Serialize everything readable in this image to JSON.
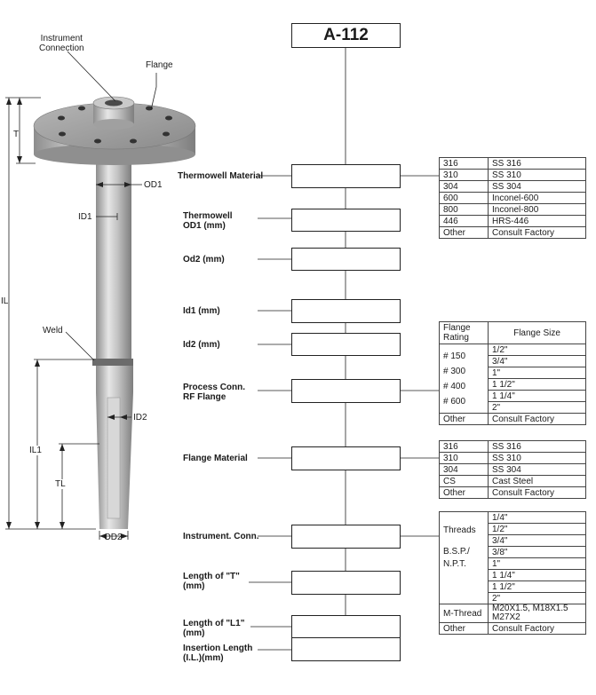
{
  "title": "A-112",
  "drawing_labels": {
    "instrument_connection": "Instrument\nConnection",
    "flange": "Flange",
    "t": "T",
    "od1": "OD1",
    "id1": "ID1",
    "il": "IL",
    "weld": "Weld",
    "il1": "IL1",
    "tl": "TL",
    "id2": "ID2",
    "od2": "OD2"
  },
  "rows": [
    {
      "label": "Thermowell Material"
    },
    {
      "label": "Thermowell\nOD1 (mm)"
    },
    {
      "label": "Od2 (mm)"
    },
    {
      "label": "Id1 (mm)"
    },
    {
      "label": "Id2 (mm)"
    },
    {
      "label": "Process Conn.\nRF Flange"
    },
    {
      "label": "Flange Material"
    },
    {
      "label": "Instrument. Conn."
    },
    {
      "label": "Length of \"T\"\n(mm)"
    },
    {
      "label": "Length of \"L1\"\n(mm)"
    },
    {
      "label": "Insertion Length\n(I.L.)(mm)"
    }
  ],
  "thermowell_material": [
    [
      "316",
      "SS 316"
    ],
    [
      "310",
      "SS 310"
    ],
    [
      "304",
      "SS 304"
    ],
    [
      "600",
      "Inconel-600"
    ],
    [
      "800",
      "Inconel-800"
    ],
    [
      "446",
      "HRS-446"
    ],
    [
      "Other",
      "Consult Factory"
    ]
  ],
  "flange_table": {
    "header_rating": "Flange\nRating",
    "header_size": "Flange Size",
    "ratings": [
      "# 150",
      "# 300",
      "# 400",
      "# 600"
    ],
    "sizes": [
      "1/2\"",
      "3/4\"",
      "1\"",
      "1 1/2\"",
      "1 1/4\"",
      "2\""
    ],
    "other": [
      "Other",
      "Consult Factory"
    ]
  },
  "flange_material": [
    [
      "316",
      "SS 316"
    ],
    [
      "310",
      "SS 310"
    ],
    [
      "304",
      "SS 304"
    ],
    [
      "CS",
      "Cast Steel"
    ],
    [
      "Other",
      "Consult Factory"
    ]
  ],
  "instrument_conn": {
    "threads_label": "Threads",
    "bsp_label": "B.S.P./\nN.P.T.",
    "threads": [
      "1/4\"",
      "1/2\"",
      "3/4\"",
      "3/8\"",
      "1\"",
      "1 1/4\"",
      "1 1/2\"",
      "2\""
    ],
    "mthread_label": "M-Thread",
    "mthread_value": "M20X1.5, M18X1.5\nM27X2",
    "other": [
      "Other",
      "Consult Factory"
    ]
  }
}
